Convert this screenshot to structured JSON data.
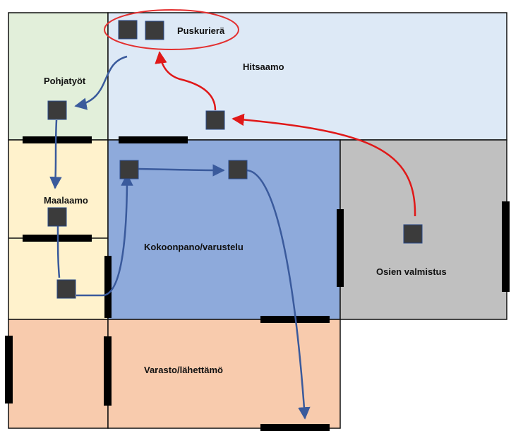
{
  "rooms": {
    "pohjatyot": {
      "label": "Pohjatyöt",
      "color": "#e2efda"
    },
    "hitsaamo": {
      "label": "Hitsaamo",
      "color": "#dde9f6"
    },
    "maalaamo": {
      "label": "Maalaamo",
      "color": "#fff2cc"
    },
    "kokoonpano": {
      "label": "Kokoonpano/varustelu",
      "color": "#8eaadb"
    },
    "osien_valmistus": {
      "label": "Osien valmistus",
      "color": "#c0c0c0"
    },
    "varasto": {
      "label": "Varasto/lähettämö",
      "color": "#f8cbad"
    }
  },
  "buffer": {
    "label": "Puskurierä",
    "outline_color": "#e32f2f"
  },
  "colors": {
    "wall": "#111111",
    "door": "#000000",
    "station": "#3b3b3b",
    "flow_blue": "#3a5a9c",
    "flow_red": "#e01818"
  }
}
